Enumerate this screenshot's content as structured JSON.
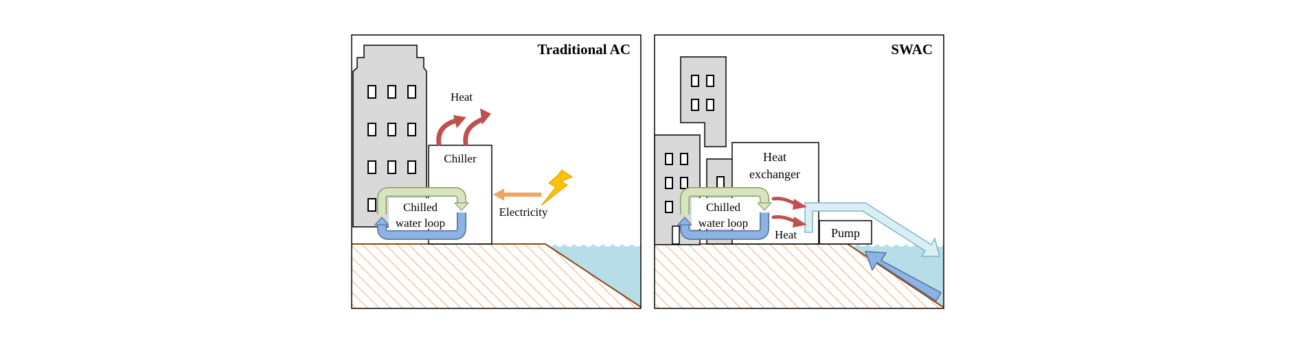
{
  "panels": {
    "traditional": {
      "title": "Traditional AC",
      "heat_label": "Heat",
      "chiller_label": "Chiller",
      "loop_label_line1": "Chilled",
      "loop_label_line2": "water loop",
      "electricity_label": "Electricity"
    },
    "swac": {
      "title": "SWAC",
      "exchanger_label_line1": "Heat",
      "exchanger_label_line2": "exchanger",
      "loop_label_line1": "Chilled",
      "loop_label_line2": "water loop",
      "heat_label": "Heat",
      "pump_label": "Pump"
    }
  },
  "colors": {
    "building": "#d9d9d9",
    "ground_hatch": "#f4b183",
    "ground_edge": "#8b4513",
    "sea": "#b7dde8",
    "heat_arrow": "#c0504d",
    "electricity_arrow": "#f4a460",
    "lightning": "#ffc000",
    "loop_warm": "#d7e4bd",
    "loop_cold": "#8db3e2",
    "seawater_return": "#daeef3",
    "seawater_intake": "#8db3e2"
  }
}
